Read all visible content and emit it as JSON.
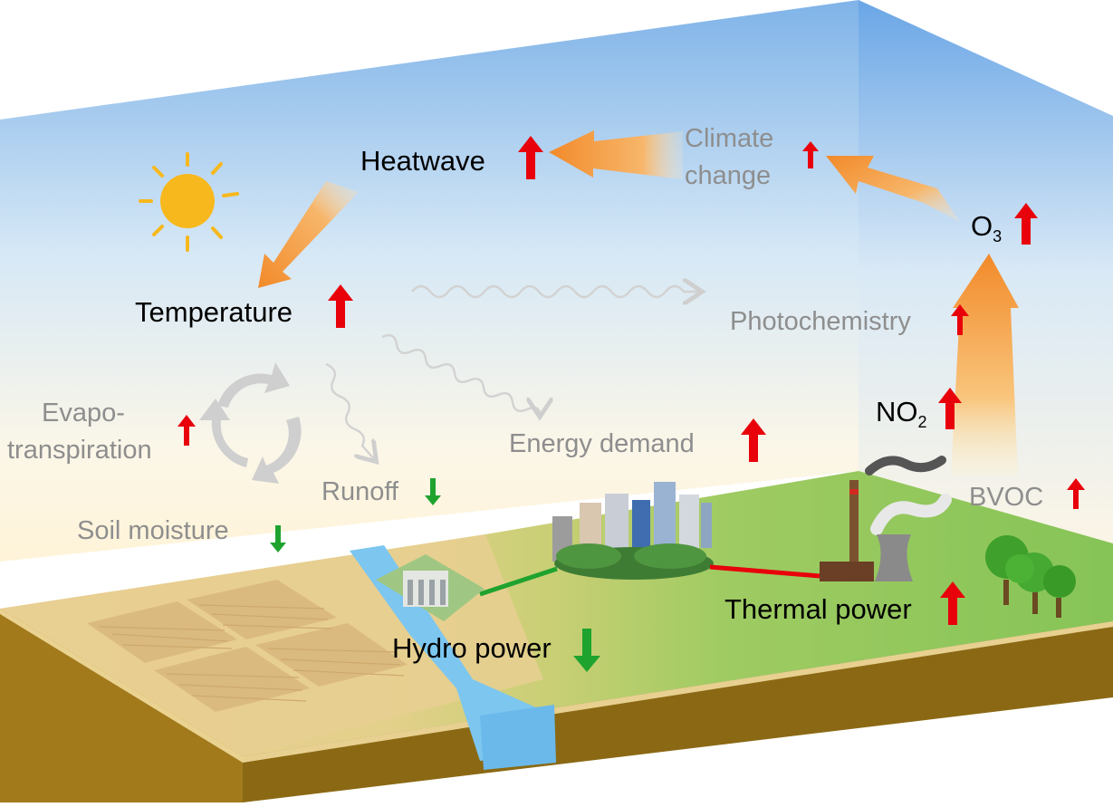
{
  "labels": {
    "heatwave": "Heatwave",
    "climate_change_line1": "Climate",
    "climate_change_line2": "change",
    "o3": "O",
    "o3_sub": "3",
    "temperature": "Temperature",
    "photochemistry": "Photochemistry",
    "evapotranspiration_line1": "Evapo-",
    "evapotranspiration_line2": "transpiration",
    "energy_demand": "Energy demand",
    "no2": "NO",
    "no2_sub": "2",
    "runoff": "Runoff",
    "soil_moisture": "Soil moisture",
    "bvoc": "BVOC",
    "thermal_power": "Thermal power",
    "hydro_power": "Hydro power"
  },
  "indicators": {
    "heatwave": "increase",
    "climate_change": "increase",
    "o3": "increase",
    "temperature": "increase",
    "photochemistry": "increase",
    "evapotranspiration": "increase",
    "energy_demand": "increase",
    "no2": "increase",
    "runoff": "decrease",
    "soil_moisture": "decrease",
    "bvoc": "increase",
    "thermal_power": "increase",
    "hydro_power": "decrease"
  },
  "colors": {
    "increase": "#e8000b",
    "decrease": "#1fa32f",
    "flow_arrow": "#f39a3a",
    "sky_top": "#7fb3e8",
    "ground_light": "#e6c98a",
    "ground_green": "#8cc65a",
    "soil_side": "#8b6914",
    "river": "#7cc6f0",
    "sun": "#f7b81d"
  }
}
